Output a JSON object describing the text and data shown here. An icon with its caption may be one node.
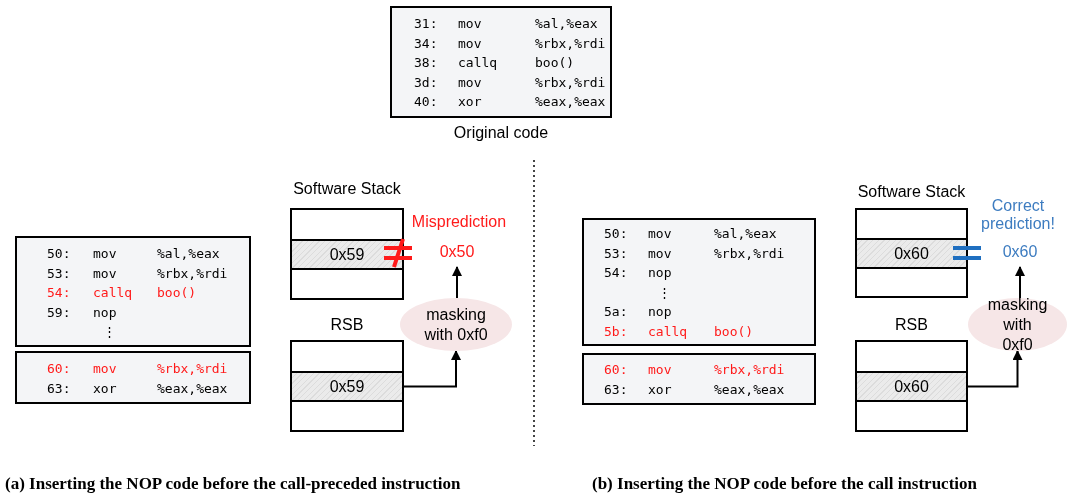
{
  "diagram": {
    "nodes": [
      {
        "text": [
          "31: mov %al,%eax",
          "34: mov %rbx,%rdi",
          "38: callq boo()",
          "3d: mov %rbx,%rdi",
          "40: xor %eax,%eax"
        ],
        "beside": [
          "Original code"
        ]
      },
      {
        "text": [
          "50: mov %al,%eax",
          "53: mov %rbx,%rdi",
          "54: callq boo()",
          "59: nop",
          "⋮"
        ]
      },
      {
        "text": [
          "60: mov %rbx,%rdi",
          "63: xor %eax,%eax"
        ]
      },
      {
        "text": [
          "Software Stack"
        ]
      },
      {
        "text": [
          "0x59"
        ],
        "in": 3
      },
      {
        "text": [
          "0x50"
        ]
      },
      {
        "text": [
          "masking with 0xf0"
        ]
      },
      {
        "text": [
          "RSB"
        ]
      },
      {
        "text": [
          "0x59"
        ],
        "in": 7
      },
      {
        "text": [
          "50: mov %al,%eax",
          "53: mov %rbx,%rdi",
          "54: nop",
          "⋮",
          "5a: nop",
          "5b: callq boo()"
        ]
      },
      {
        "text": [
          "60: mov %rbx,%rdi",
          "63: xor %eax,%eax"
        ]
      },
      {
        "text": [
          "Software Stack"
        ]
      },
      {
        "text": [
          "0x60"
        ],
        "in": 11
      },
      {
        "text": [
          "0x60"
        ]
      },
      {
        "text": [
          "masking with 0xf0"
        ]
      },
      {
        "text": [
          "RSB"
        ]
      },
      {
        "text": [
          "0x60"
        ],
        "in": 15
      }
    ],
    "edges": [
      {
        "from": 8,
        "to": 6,
        "arrow": "to"
      },
      {
        "from": 6,
        "to": 5,
        "arrow": "to"
      },
      {
        "from": 16,
        "to": 14,
        "arrow": "to"
      },
      {
        "from": 14,
        "to": 13,
        "arrow": "to"
      }
    ],
    "labels": [
      "Misprediction",
      "Correct prediction!",
      "(a) Inserting the NOP code before the call-preceded instruction",
      "(b) Inserting the NOP code before the call instruction"
    ]
  }
}
